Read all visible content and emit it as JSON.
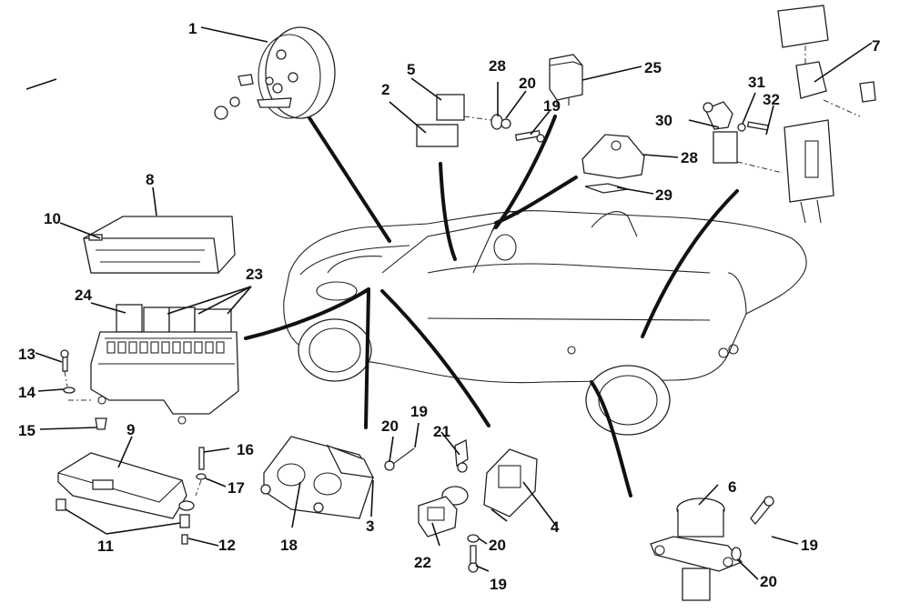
{
  "diagram": {
    "title": "Exploded view of electrical components (horn, relays, fusebox, control units, sensors) around a roadster",
    "callouts": [
      {
        "id": "c1",
        "text": "1"
      },
      {
        "id": "c2",
        "text": "2"
      },
      {
        "id": "c3",
        "text": "3"
      },
      {
        "id": "c4",
        "text": "4"
      },
      {
        "id": "c5",
        "text": "5"
      },
      {
        "id": "c6",
        "text": "6"
      },
      {
        "id": "c7",
        "text": "7"
      },
      {
        "id": "c8",
        "text": "8"
      },
      {
        "id": "c9",
        "text": "9"
      },
      {
        "id": "c10",
        "text": "10"
      },
      {
        "id": "c11",
        "text": "11"
      },
      {
        "id": "c12",
        "text": "12"
      },
      {
        "id": "c13",
        "text": "13"
      },
      {
        "id": "c14",
        "text": "14"
      },
      {
        "id": "c15",
        "text": "15"
      },
      {
        "id": "c16",
        "text": "16"
      },
      {
        "id": "c17",
        "text": "17"
      },
      {
        "id": "c18",
        "text": "18"
      },
      {
        "id": "c19a",
        "text": "19"
      },
      {
        "id": "c19b",
        "text": "19"
      },
      {
        "id": "c19c",
        "text": "19"
      },
      {
        "id": "c19d",
        "text": "19"
      },
      {
        "id": "c20a",
        "text": "20"
      },
      {
        "id": "c20b",
        "text": "20"
      },
      {
        "id": "c20c",
        "text": "20"
      },
      {
        "id": "c20d",
        "text": "20"
      },
      {
        "id": "c21",
        "text": "21"
      },
      {
        "id": "c22",
        "text": "22"
      },
      {
        "id": "c23",
        "text": "23"
      },
      {
        "id": "c24",
        "text": "24"
      },
      {
        "id": "c25",
        "text": "25"
      },
      {
        "id": "c28a",
        "text": "28"
      },
      {
        "id": "c28b",
        "text": "28"
      },
      {
        "id": "c29",
        "text": "29"
      },
      {
        "id": "c30",
        "text": "30"
      },
      {
        "id": "c31",
        "text": "31"
      },
      {
        "id": "c32",
        "text": "32"
      }
    ],
    "parts": [
      {
        "name": "horn",
        "callout": "1"
      },
      {
        "name": "relay-base",
        "callout": "2"
      },
      {
        "name": "bracket-unit",
        "callout": "3"
      },
      {
        "name": "connector-module",
        "callout": "4"
      },
      {
        "name": "small-relay",
        "callout": "5"
      },
      {
        "name": "sensor",
        "callout": "6"
      },
      {
        "name": "maxi-fuse",
        "callout": "7"
      },
      {
        "name": "control-unit",
        "callout": "8"
      },
      {
        "name": "fusebox-cover",
        "callout": "9"
      },
      {
        "name": "label",
        "callout": "10"
      },
      {
        "name": "spacer",
        "callout": "11"
      },
      {
        "name": "grommet",
        "callout": "12"
      },
      {
        "name": "screw",
        "callout": "13"
      },
      {
        "name": "washer",
        "callout": "14"
      },
      {
        "name": "clip",
        "callout": "15"
      },
      {
        "name": "bolt",
        "callout": "16"
      },
      {
        "name": "washer",
        "callout": "17"
      },
      {
        "name": "mounting-bracket",
        "callout": "18"
      },
      {
        "name": "screw",
        "callout": "19"
      },
      {
        "name": "washer",
        "callout": "20"
      },
      {
        "name": "bracket-nut",
        "callout": "21"
      },
      {
        "name": "connector-housing",
        "callout": "22"
      },
      {
        "name": "relays",
        "callout": "23"
      },
      {
        "name": "relay",
        "callout": "24"
      },
      {
        "name": "flasher-relay",
        "callout": "25"
      },
      {
        "name": "spacer-bracket",
        "callout": "28"
      },
      {
        "name": "pad",
        "callout": "29"
      },
      {
        "name": "fuse-holder-clip",
        "callout": "30"
      },
      {
        "name": "washer",
        "callout": "31"
      },
      {
        "name": "screw",
        "callout": "32"
      }
    ]
  }
}
